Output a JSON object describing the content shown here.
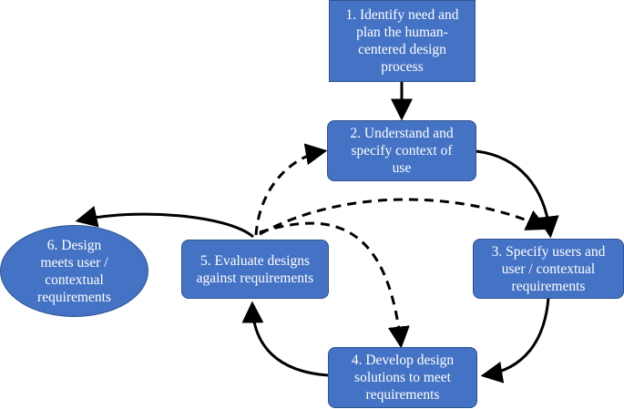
{
  "steps": {
    "step1": "1. Identify need and\nplan the human-\ncentered design\nprocess",
    "step2": "2. Understand and\nspecify context of\nuse",
    "step3": "3. Specify users and\nuser / contextual\nrequirements",
    "step4": "4. Develop design\nsolutions to meet\nrequirements",
    "step5": "5. Evaluate designs\nagainst requirements",
    "step6": "6. Design\nmeets user /\ncontextual\nrequirements"
  },
  "colors": {
    "node_fill": "#4472c4",
    "node_border": "#2f528f",
    "node_text": "#ffffff",
    "arrow": "#000000"
  }
}
